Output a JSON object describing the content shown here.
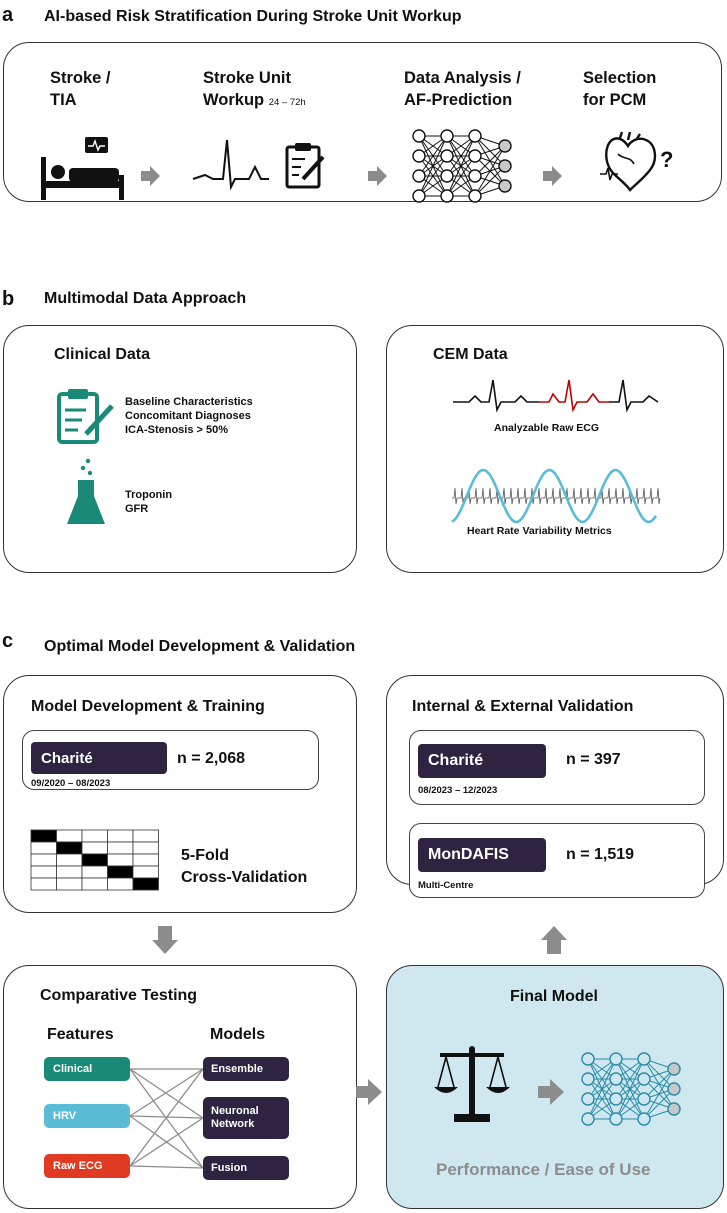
{
  "panel_a": {
    "letter": "a",
    "title": "AI-based Risk Stratification During Stroke Unit Workup",
    "steps": [
      {
        "line1": "Stroke /",
        "line2": "TIA",
        "note": ""
      },
      {
        "line1": "Stroke Unit",
        "line2": "Workup",
        "note": "24 – 72h"
      },
      {
        "line1": "Data Analysis /",
        "line2": "AF-Prediction",
        "note": ""
      },
      {
        "line1": "Selection",
        "line2": "for PCM",
        "note": ""
      }
    ],
    "question_mark": "?"
  },
  "panel_b": {
    "letter": "b",
    "title": "Multimodal Data Approach",
    "clinical": {
      "title": "Clinical Data",
      "items1": [
        "Baseline Characteristics",
        "Concomitant Diagnoses",
        "ICA-Stenosis > 50%"
      ],
      "items2": [
        "Troponin",
        "GFR"
      ]
    },
    "cem": {
      "title": "CEM Data",
      "ecg_caption": "Analyzable Raw ECG",
      "hrv_caption": "Heart Rate Variability Metrics"
    }
  },
  "panel_c": {
    "letter": "c",
    "title": "Optimal Model Development & Validation",
    "development": {
      "title": "Model Development & Training",
      "site": "Charité",
      "n": "n = 2,068",
      "period": "09/2020 – 08/2023",
      "cv_line1": "5-Fold",
      "cv_line2": "Cross-Validation"
    },
    "validation": {
      "title": "Internal & External Validation",
      "internal": {
        "site": "Charité",
        "n": "n = 397",
        "period": "08/2023 – 12/2023"
      },
      "external": {
        "site": "MonDAFIS",
        "n": "n = 1,519",
        "note": "Multi-Centre"
      }
    },
    "comparative": {
      "title": "Comparative Testing",
      "features_header": "Features",
      "models_header": "Models",
      "features": [
        "Clinical",
        "HRV",
        "Raw ECG"
      ],
      "models": [
        "Ensemble",
        "Neuronal Network",
        "Fusion"
      ]
    },
    "final": {
      "title": "Final Model",
      "subtitle": "Performance / Ease of Use"
    }
  },
  "colors": {
    "teal": "#1a8a78",
    "light_blue": "#5bbcd6",
    "red": "#e03b22",
    "dark_purple": "#2e2340",
    "arrow_grey": "#8c8c8c",
    "ecg_red": "#c00000",
    "final_bg": "#cfe8ef",
    "final_text": "#8c8c8c"
  }
}
